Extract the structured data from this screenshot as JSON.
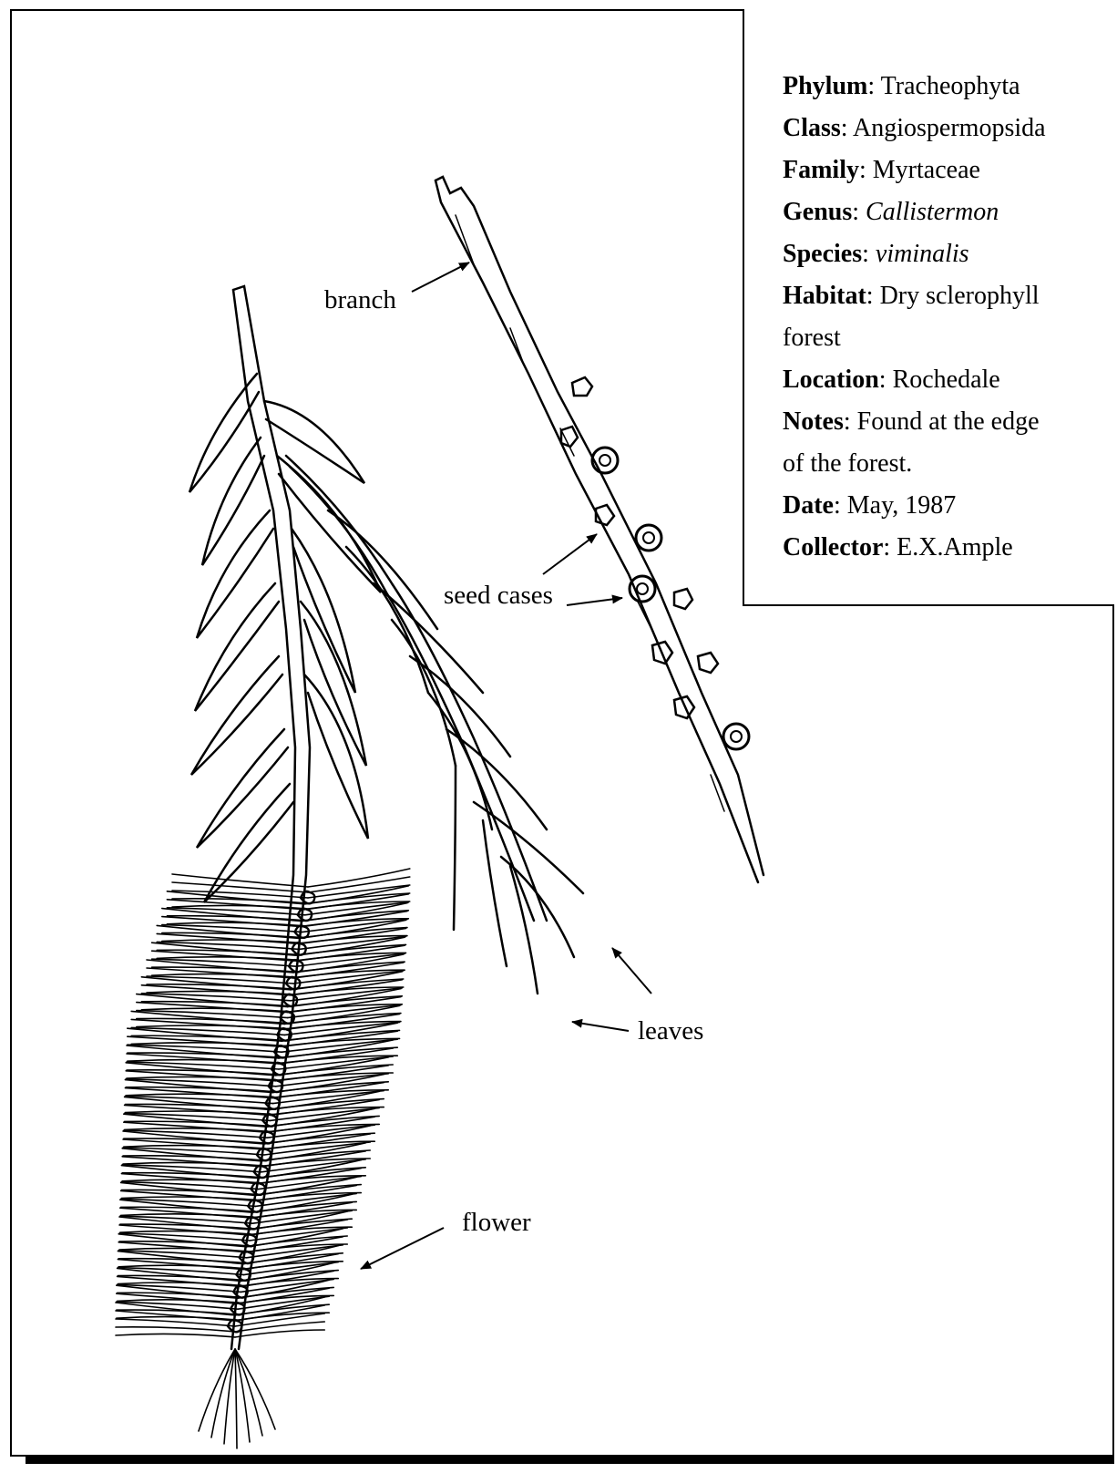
{
  "labels": {
    "branch": "branch",
    "seed_cases": "seed cases",
    "leaves": "leaves",
    "flower": "flower"
  },
  "info": {
    "phylum": {
      "key": "Phylum",
      "value": "Tracheophyta"
    },
    "class": {
      "key": "Class",
      "value": "Angiospermopsida"
    },
    "family": {
      "key": "Family",
      "value": "Myrtaceae"
    },
    "genus": {
      "key": "Genus",
      "value": "Callistermon"
    },
    "species": {
      "key": "Species",
      "value": "viminalis"
    },
    "habitat": {
      "key": "Habitat",
      "value_line1": "Dry sclerophyll",
      "value_line2": "forest"
    },
    "location": {
      "key": "Location",
      "value": "Rochedale"
    },
    "notes": {
      "key": "Notes",
      "value_line1": "Found at the edge",
      "value_line2": "of the forest."
    },
    "date": {
      "key": "Date",
      "value": "May, 1987"
    },
    "collector": {
      "key": "Collector",
      "value": "E.X.Ample"
    }
  }
}
